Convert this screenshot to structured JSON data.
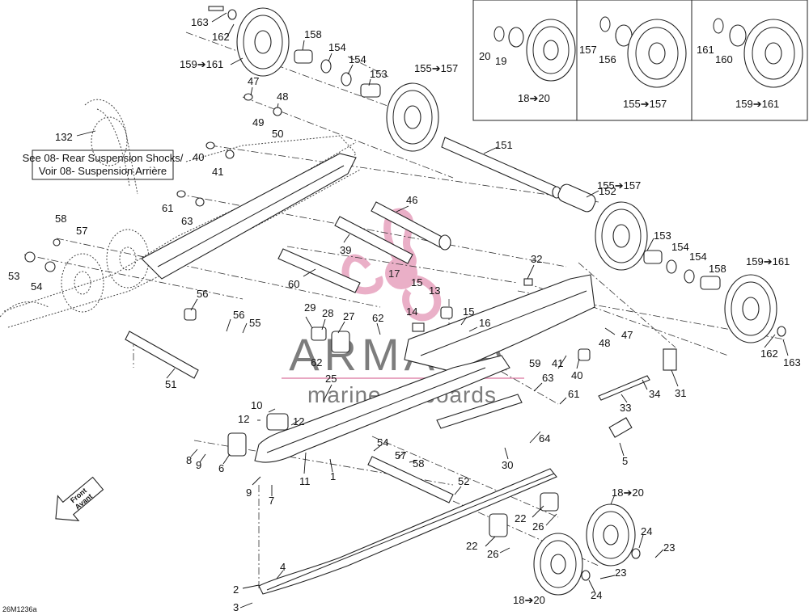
{
  "figure_code": "26M1236a",
  "note_box": {
    "line1": "See 08- Rear Suspension Shocks/",
    "line2": "Voir 08- Suspension Arrière"
  },
  "front_arrow": {
    "line1": "Front",
    "line2": "Avant"
  },
  "watermark": {
    "brand": "ARMADA",
    "tagline": "marine outboards",
    "color": "#e8a7c2"
  },
  "inset_panels": [
    {
      "labels": [
        "20",
        "19",
        "18➔20"
      ]
    },
    {
      "labels": [
        "157",
        "156",
        "155➔157"
      ]
    },
    {
      "labels": [
        "161",
        "160",
        "159➔161"
      ]
    }
  ],
  "part_labels": [
    "163",
    "162",
    "159➔161",
    "158",
    "154",
    "154",
    "153",
    "155➔157",
    "47",
    "48",
    "49",
    "50",
    "132",
    "40",
    "41",
    "151",
    "61",
    "63",
    "46",
    "152",
    "155➔157",
    "58",
    "57",
    "39",
    "153",
    "154",
    "154",
    "159➔161",
    "158",
    "53",
    "54",
    "32",
    "17",
    "15",
    "13",
    "60",
    "14",
    "56",
    "29",
    "28",
    "27",
    "62",
    "15",
    "16",
    "48",
    "47",
    "56",
    "55",
    "62",
    "41",
    "40",
    "59",
    "63",
    "25",
    "51",
    "162",
    "163",
    "34",
    "31",
    "61",
    "33",
    "10",
    "12",
    "12",
    "64",
    "5",
    "54",
    "57",
    "58",
    "30",
    "8",
    "9",
    "6",
    "11",
    "1",
    "52",
    "9",
    "7",
    "18➔20",
    "22",
    "26",
    "22",
    "24",
    "26",
    "23",
    "4",
    "2",
    "3",
    "24",
    "23",
    "18➔20"
  ]
}
